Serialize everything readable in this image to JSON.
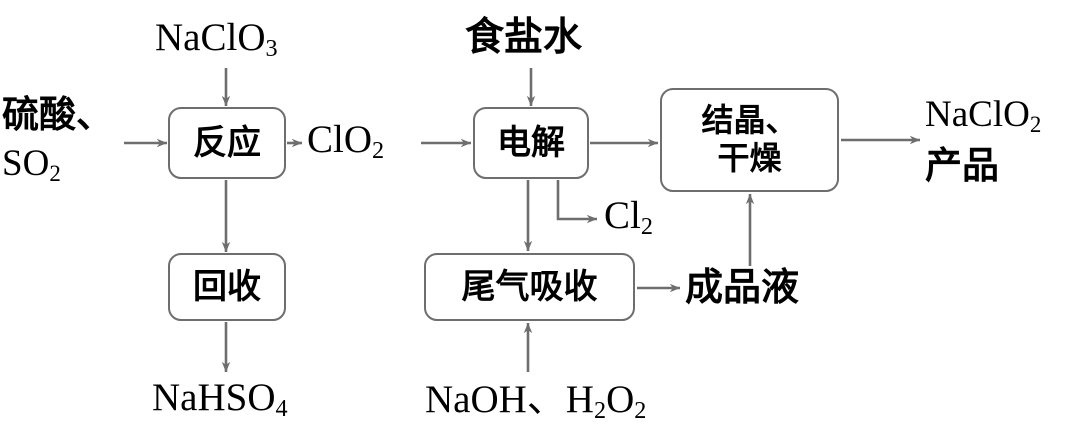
{
  "diagram": {
    "title": "NaClO2 production process flow",
    "line_color": "#6e6e6e",
    "text_color": "#000000",
    "background_color": "#ffffff",
    "boxes": [
      {
        "id": "reaction",
        "label": "反应",
        "lines": [
          "反应"
        ]
      },
      {
        "id": "recovery",
        "label": "回收",
        "lines": [
          "回收"
        ]
      },
      {
        "id": "electrolysis",
        "label": "电解",
        "lines": [
          "电解"
        ]
      },
      {
        "id": "tailgas",
        "label": "尾气吸收",
        "lines": [
          "尾气吸收"
        ]
      },
      {
        "id": "crystallize",
        "label": "结晶、干燥",
        "lines": [
          "结晶、",
          "干燥"
        ]
      }
    ],
    "labels": {
      "naclo3": {
        "text": "NaClO3",
        "base": "NaClO",
        "sub": "3"
      },
      "sulfuric": {
        "line1": "硫酸、",
        "line2_base": "SO",
        "line2_sub": "2"
      },
      "brine": {
        "text": "食盐水"
      },
      "clo2": {
        "base": "ClO",
        "sub": "2"
      },
      "cl2": {
        "base": "Cl",
        "sub": "2"
      },
      "naclo2": {
        "line1_base": "NaClO",
        "line1_sub": "2",
        "line2": "产品"
      },
      "nahso4": {
        "base": "NaHSO",
        "sub": "4"
      },
      "naoh": {
        "p1": "NaOH、H",
        "sub1": "2",
        "p2": "O",
        "sub2": "2"
      },
      "finished": {
        "text": "成品液"
      }
    },
    "flows": [
      {
        "from": "NaClO3",
        "to": "反应",
        "direction": "down"
      },
      {
        "from": "硫酸、SO2",
        "to": "反应",
        "direction": "right"
      },
      {
        "from": "反应",
        "to": "ClO2",
        "direction": "right"
      },
      {
        "from": "反应",
        "to": "回收",
        "direction": "down"
      },
      {
        "from": "回收",
        "to": "NaHSO4",
        "direction": "down"
      },
      {
        "from": "ClO2",
        "to": "电解",
        "direction": "right"
      },
      {
        "from": "食盐水",
        "to": "电解",
        "direction": "down"
      },
      {
        "from": "电解",
        "to": "结晶、干燥",
        "direction": "right"
      },
      {
        "from": "电解",
        "to": "Cl2",
        "direction": "down-right"
      },
      {
        "from": "电解",
        "to": "尾气吸收",
        "direction": "down"
      },
      {
        "from": "尾气吸收",
        "to": "成品液",
        "direction": "right"
      },
      {
        "from": "NaOH、H2O2",
        "to": "尾气吸收",
        "direction": "up"
      },
      {
        "from": "成品液",
        "to": "结晶、干燥",
        "direction": "up"
      },
      {
        "from": "结晶、干燥",
        "to": "NaClO2产品",
        "direction": "right"
      }
    ]
  }
}
